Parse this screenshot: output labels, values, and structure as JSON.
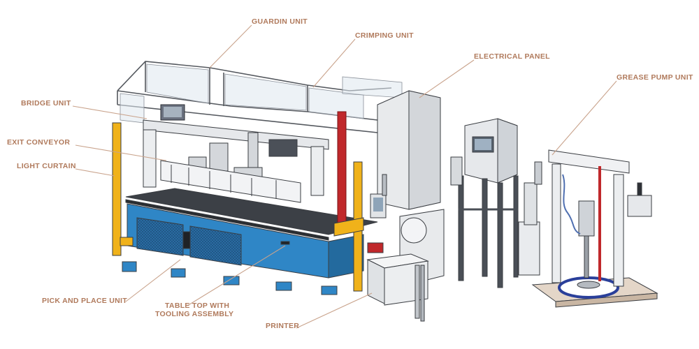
{
  "labels": {
    "guardin_unit": "GUARDIN UNIT",
    "crimping_unit": "CRIMPING UNIT",
    "electrical_panel": "ELECTRICAL PANEL",
    "grease_pump_unit": "GREASE PUMP UNIT",
    "bridge_unit": "BRIDGE UNIT",
    "exit_conveyor": "EXIT CONVEYOR",
    "light_curtain": "LIGHT CURTAIN",
    "pick_and_place_unit": "PICK AND PLACE UNIT",
    "table_top_line1": "TABLE TOP WITH",
    "table_top_line2": "TOOLING ASSEMBLY",
    "printer": "PRINTER"
  },
  "colors": {
    "label_text": "#b07a5c",
    "leader_line": "#c9a38c",
    "frame_steel": "#cfd3d8",
    "glass": "#dfe7ef",
    "base_blue": "#2f86c6",
    "light_curtain_yellow": "#f0b21a",
    "red_accent": "#c0282b",
    "cabinet_grey": "#e8eaec",
    "outline": "#3a3d42"
  }
}
